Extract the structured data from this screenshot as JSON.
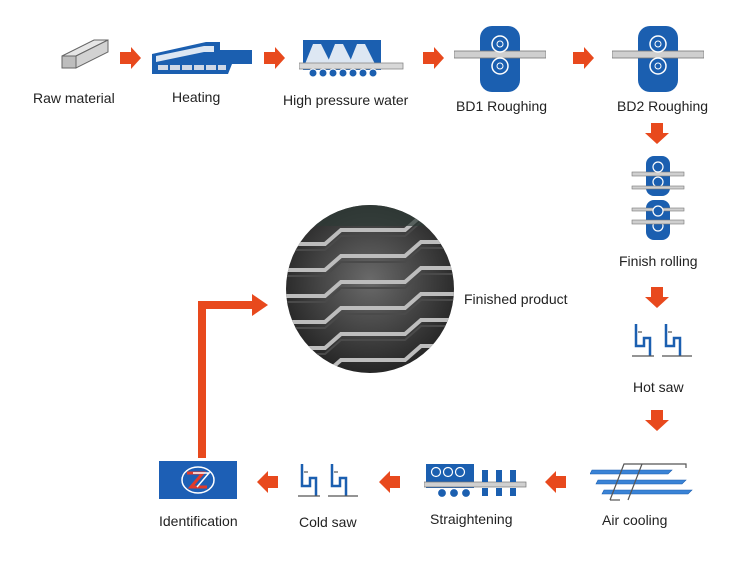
{
  "steps": {
    "raw_material": "Raw material",
    "heating": "Heating",
    "high_pressure_water": "High pressure water",
    "bd1_roughing": "BD1 Roughing",
    "bd2_roughing": "BD2 Roughing",
    "finish_rolling": "Finish rolling",
    "hot_saw": "Hot saw",
    "air_cooling": "Air cooling",
    "straightening": "Straightening",
    "cold_saw": "Cold saw",
    "identification": "Identification",
    "finished_product": "Finished product"
  },
  "colors": {
    "arrow": "#e8491d",
    "machine_blue": "#1b5fb0",
    "steel_grey": "#c9c9c9",
    "logo_blue": "#1d5fb5",
    "logo_red": "#e23a2a"
  },
  "icons": {
    "raw_material": "steel-billet-icon",
    "heating": "furnace-icon",
    "high_pressure_water": "water-descaler-icon",
    "bd1_roughing": "roughing-mill-icon",
    "bd2_roughing": "roughing-mill-icon",
    "finish_rolling": "finishing-mill-icon",
    "hot_saw": "saw-icon",
    "air_cooling": "cooling-bed-icon",
    "straightening": "straightener-icon",
    "cold_saw": "saw-icon",
    "identification": "company-logo",
    "finished_product": "sheet-pile-photo"
  }
}
